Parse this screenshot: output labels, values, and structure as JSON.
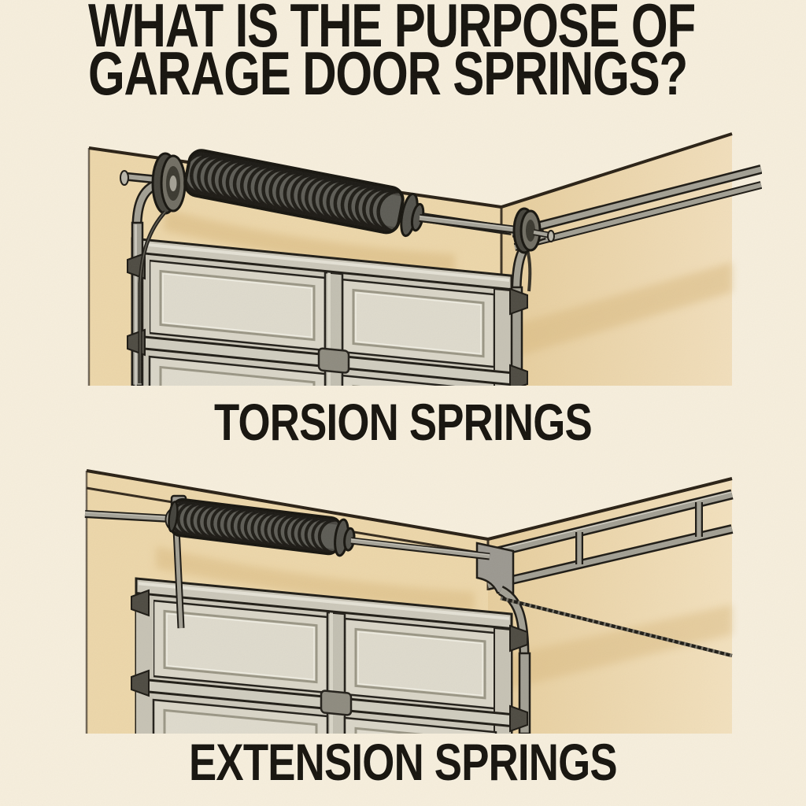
{
  "palette": {
    "background": "#f6eedc",
    "wall": "#ecd6a9",
    "wall2": "#f1debb",
    "shadow": "#d8b87e",
    "door": "#d9d5c7",
    "door2": "#c6c2b4",
    "metal": "#a29f93",
    "spring": "#53524b",
    "outline": "#1d1a14",
    "text": "#16130d"
  },
  "title": {
    "line1": "WHAT IS THE PURPOSE OF",
    "line2": "GARAGE DOOR SPRINGS?"
  },
  "panels": [
    {
      "id": "torsion",
      "label": "TORSION SPRINGS",
      "depicts": "Garage interior corner: closed sectional door, vertical and horizontal tracks, large torsion spring coil on a shaft above the door with cable drums at both ends"
    },
    {
      "id": "extension",
      "label": "EXTENSION SPRINGS",
      "depicts": "Garage interior corner: closed sectional door, extension spring stretched along a rod above the door, double-rail horizontal track and a diagonal stretch cable"
    }
  ]
}
